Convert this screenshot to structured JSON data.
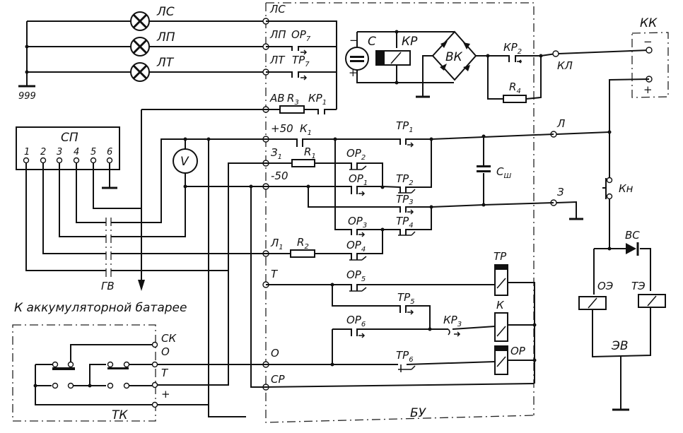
{
  "title": "Схема управления (блок БУ)",
  "lamps": [
    {
      "id": "ЛС",
      "label": "ЛС"
    },
    {
      "id": "ЛП",
      "label": "ЛП"
    },
    {
      "id": "ЛТ",
      "label": "ЛТ"
    }
  ],
  "ground_label": "999",
  "sp": {
    "label": "СП",
    "pins": [
      "1",
      "2",
      "3",
      "4",
      "5",
      "6"
    ]
  },
  "voltmeter": "V",
  "gv_label": "ГВ",
  "battery_note": "К аккумуляторной батарее",
  "tk": {
    "label": "ТК",
    "terminals": [
      "СК",
      "О",
      "Т",
      "+"
    ]
  },
  "bu": {
    "label": "БУ",
    "left_terminals": [
      "ЛС",
      "ЛП",
      "ЛТ",
      "АВ",
      "+50",
      "З",
      "-50",
      "Л",
      "Т",
      "О",
      "СР"
    ],
    "right_terminals": [
      "КЛ",
      "Л",
      "З"
    ]
  },
  "contacts": {
    "op7": "ОР",
    "op7_sub": "7",
    "tp7": "ТР",
    "tp7_sub": "7",
    "kp1": "КР",
    "kp1_sub": "1",
    "k1": "К",
    "k1_sub": "1",
    "tp1": "ТР",
    "tp1_sub": "1",
    "op2": "ОР",
    "op2_sub": "2",
    "op1": "ОР",
    "op1_sub": "1",
    "tp2": "ТР",
    "tp2_sub": "2",
    "tp3": "ТР",
    "tp3_sub": "3",
    "op3": "ОР",
    "op3_sub": "3",
    "tp4": "ТР",
    "tp4_sub": "4",
    "op4": "ОР",
    "op4_sub": "4",
    "op5": "ОР",
    "op5_sub": "5",
    "tp5": "ТР",
    "tp5_sub": "5",
    "op6": "ОР",
    "op6_sub": "6",
    "kp3": "КР",
    "kp3_sub": "3",
    "tp6": "ТР",
    "tp6_sub": "6",
    "kp2": "КР",
    "kp2_sub": "2"
  },
  "resistors": {
    "r1": "R",
    "r1_sub": "1",
    "r2": "R",
    "r2_sub": "2",
    "r3": "R",
    "r3_sub": "3",
    "r4": "R",
    "r4_sub": "4"
  },
  "sub_labels": {
    "z1": "З",
    "z1_sub": "1",
    "l1": "Л",
    "l1_sub": "1"
  },
  "relays": {
    "tp": "ТР",
    "k": "К",
    "op": "ОР",
    "kr": "КР"
  },
  "capacitor_c": "С",
  "capacitor_csh": "С",
  "capacitor_csh_sub": "Ш",
  "bridge": "ВК",
  "kk": {
    "label": "КК",
    "minus": "−",
    "plus": "+"
  },
  "kn": "Кн",
  "vs": "ВС",
  "oe": "ОЭ",
  "te": "ТЭ",
  "ev": "ЭВ",
  "c_minus": "−",
  "c_plus": "+"
}
